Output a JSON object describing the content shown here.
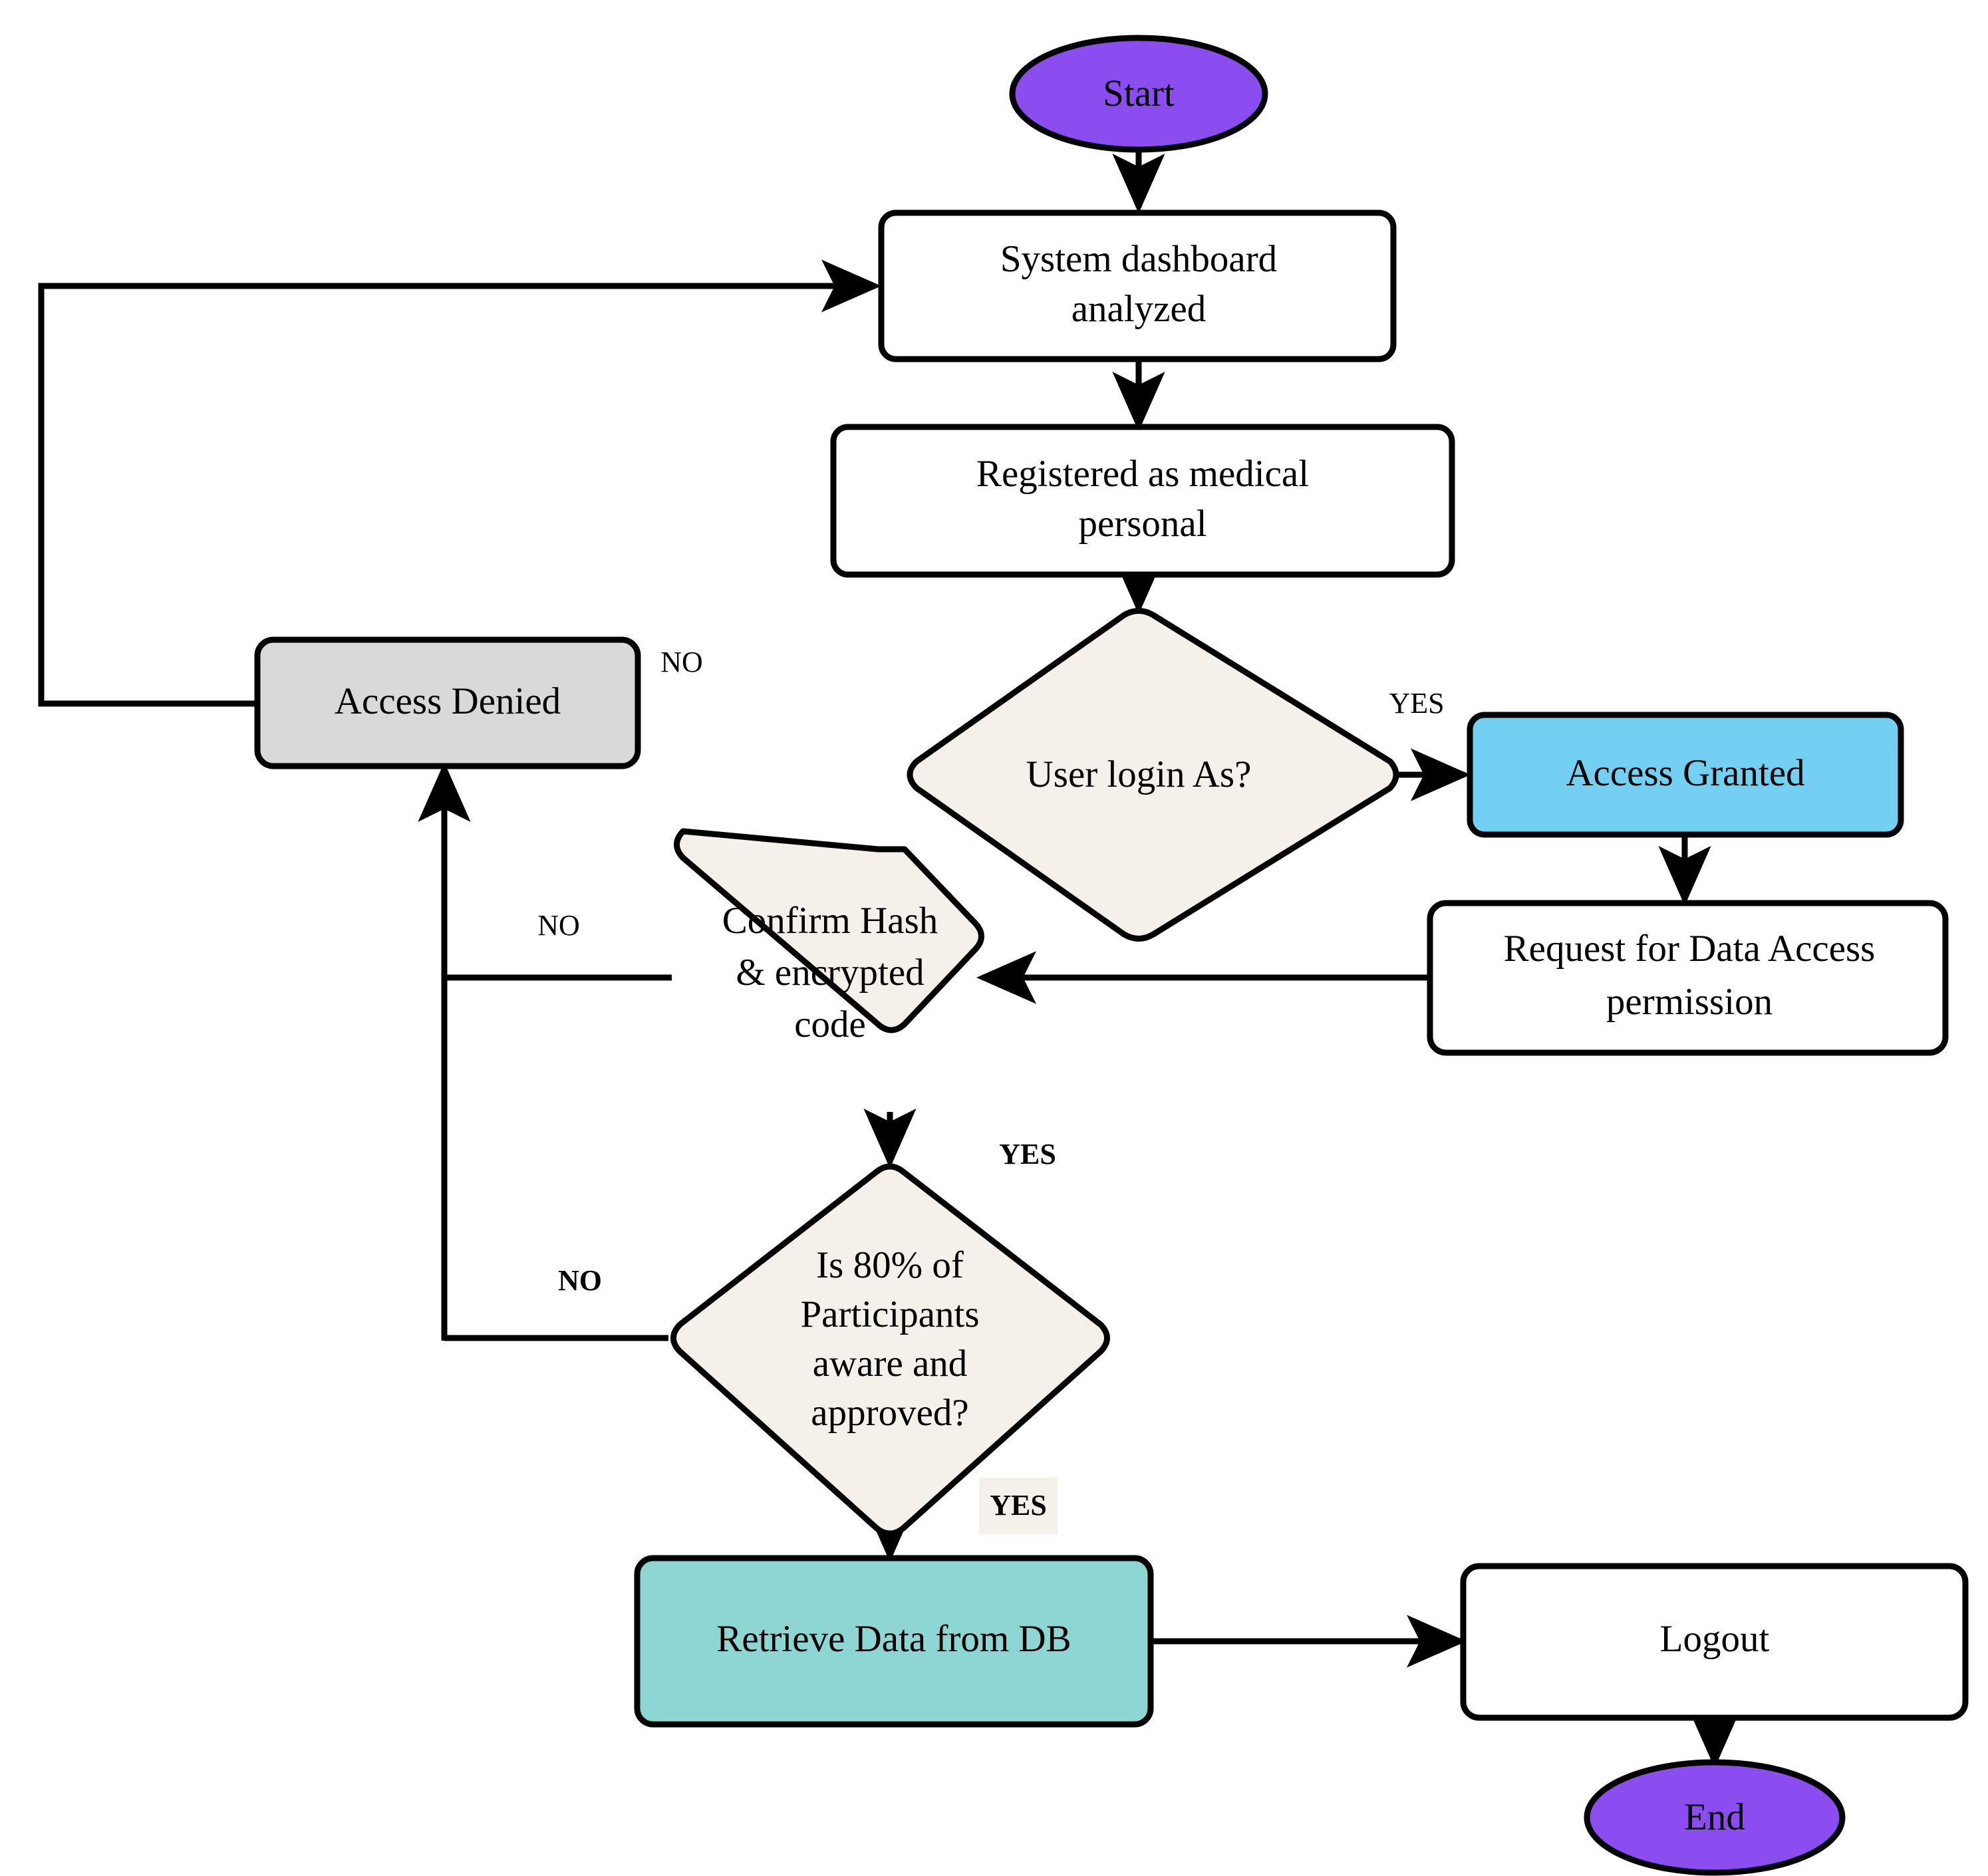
{
  "diagram": {
    "title": "Medical data access control flowchart",
    "type": "flowchart",
    "colors": {
      "start_end_fill": "#8b4df0",
      "process_fill": "#ffffff",
      "decision_fill": "#f5f1ea",
      "denied_fill": "#d9d9d9",
      "granted_fill": "#73d0f2",
      "retrieve_fill": "#8dd6d3",
      "stroke": "#000000",
      "yes_badge_fill": "#f5f1ea"
    },
    "nodes": {
      "start": {
        "label": "Start",
        "shape": "ellipse"
      },
      "dashboard": {
        "label_line1": "System dashboard",
        "label_line2": "analyzed",
        "shape": "rounded-rect"
      },
      "registered": {
        "label_line1": "Registered as medical",
        "label_line2": "personal",
        "shape": "rounded-rect"
      },
      "login_decision": {
        "label": "User login As?",
        "shape": "diamond"
      },
      "access_denied": {
        "label": "Access Denied",
        "shape": "rounded-rect"
      },
      "access_granted": {
        "label": "Access Granted",
        "shape": "rounded-rect"
      },
      "request_permission": {
        "label_line1": "Request for Data Access",
        "label_line2": "permission",
        "shape": "rounded-rect"
      },
      "confirm_hash": {
        "label_line1": "Confirm Hash",
        "label_line2": "& encrypted",
        "label_line3": "code",
        "shape": "diamond"
      },
      "participants_decision": {
        "label_line1": "Is 80% of",
        "label_line2": "Participants",
        "label_line3": "aware and",
        "label_line4": "approved?",
        "shape": "diamond"
      },
      "retrieve_data": {
        "label": "Retrieve Data from DB",
        "shape": "rounded-rect"
      },
      "logout": {
        "label": "Logout",
        "shape": "rounded-rect"
      },
      "end": {
        "label": "End",
        "shape": "ellipse"
      }
    },
    "edge_labels": {
      "login_no": "NO",
      "login_yes": "YES",
      "hash_no": "NO",
      "hash_yes": "YES",
      "participants_no": "NO",
      "participants_yes": "YES"
    }
  }
}
